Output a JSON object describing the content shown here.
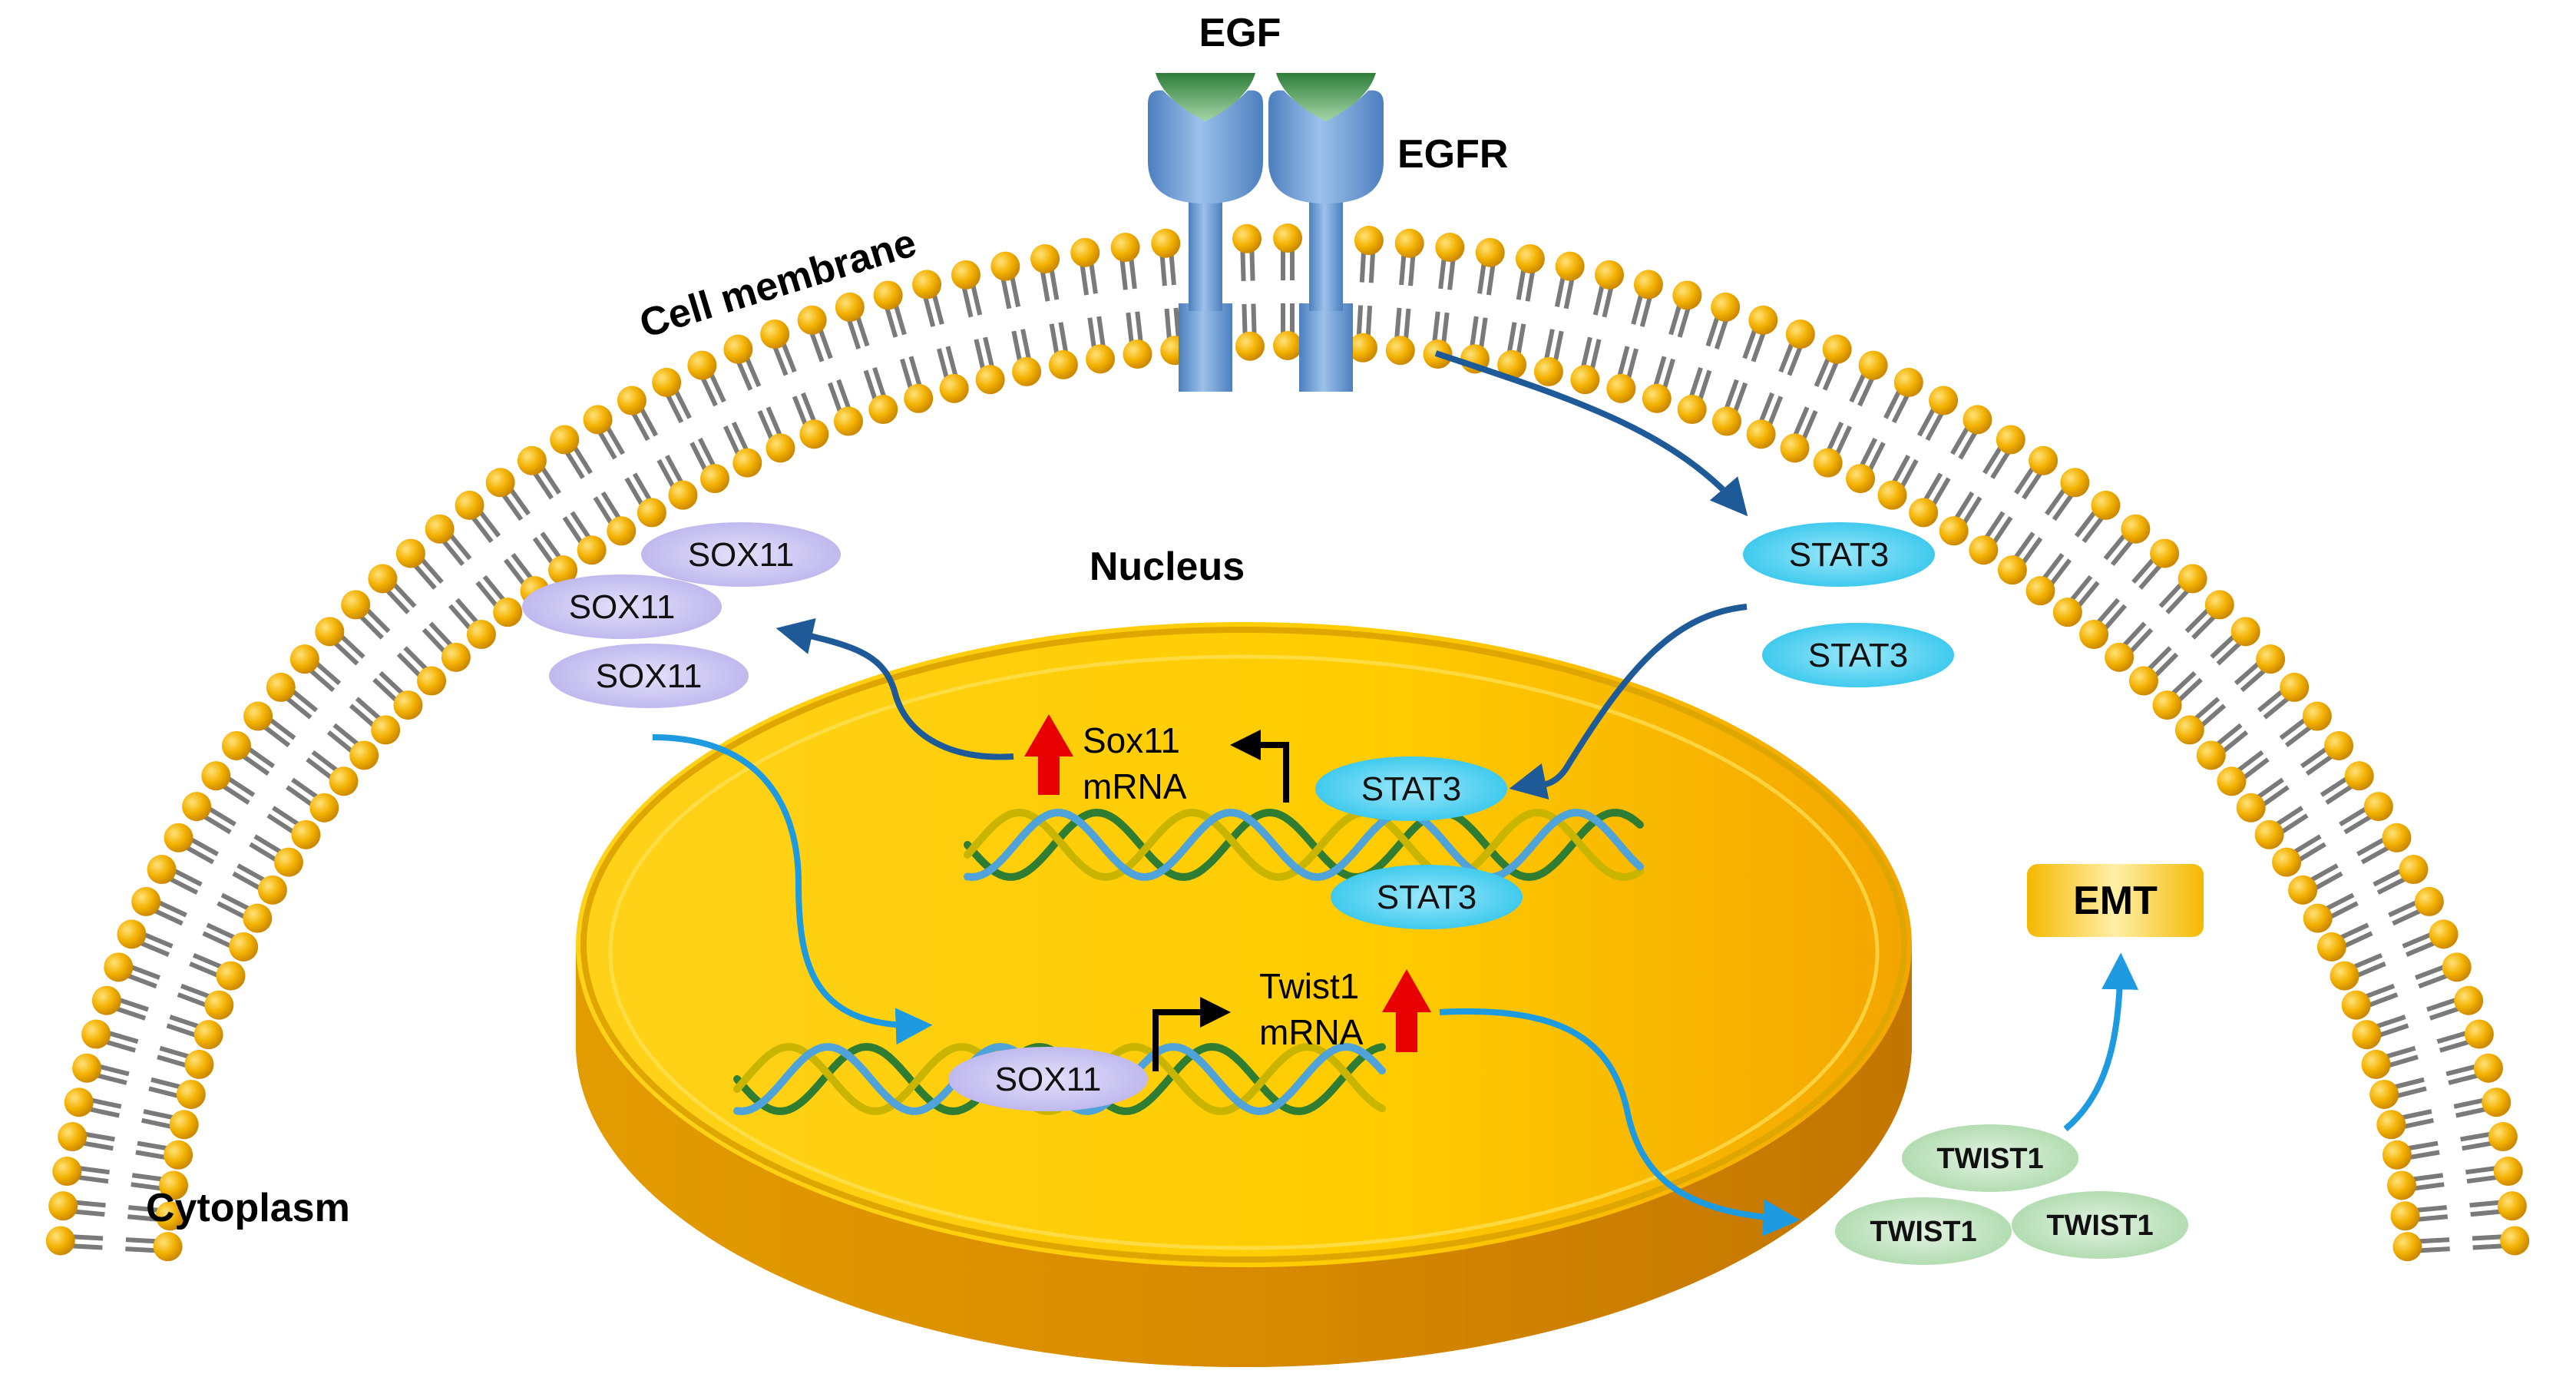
{
  "labels": {
    "egf": "EGF",
    "egfr": "EGFR",
    "cell_membrane": "Cell membrane",
    "nucleus": "Nucleus",
    "cytoplasm": "Cytoplasm",
    "emt": "EMT",
    "sox11_mrna_line1": "Sox11",
    "sox11_mrna_line2": "mRNA",
    "twist1_mrna_line1": "Twist1",
    "twist1_mrna_line2": "mRNA"
  },
  "proteins": {
    "sox11": "SOX11",
    "stat3": "STAT3",
    "twist1": "TWIST1"
  },
  "colors": {
    "membrane_head": "#F0A800",
    "receptor": "#5B8FC9",
    "ligand": "#4E9A52",
    "nucleus": "#F5C000",
    "arrow_dark": "#1E5A97",
    "arrow_light": "#1E9BE0",
    "up_arrow": "#E80000",
    "sox11_fill": "#C3BDF0",
    "stat3_fill": "#3FCDEF",
    "twist1_fill": "#BFE3BE",
    "emt_fill": "#F6C10A"
  }
}
